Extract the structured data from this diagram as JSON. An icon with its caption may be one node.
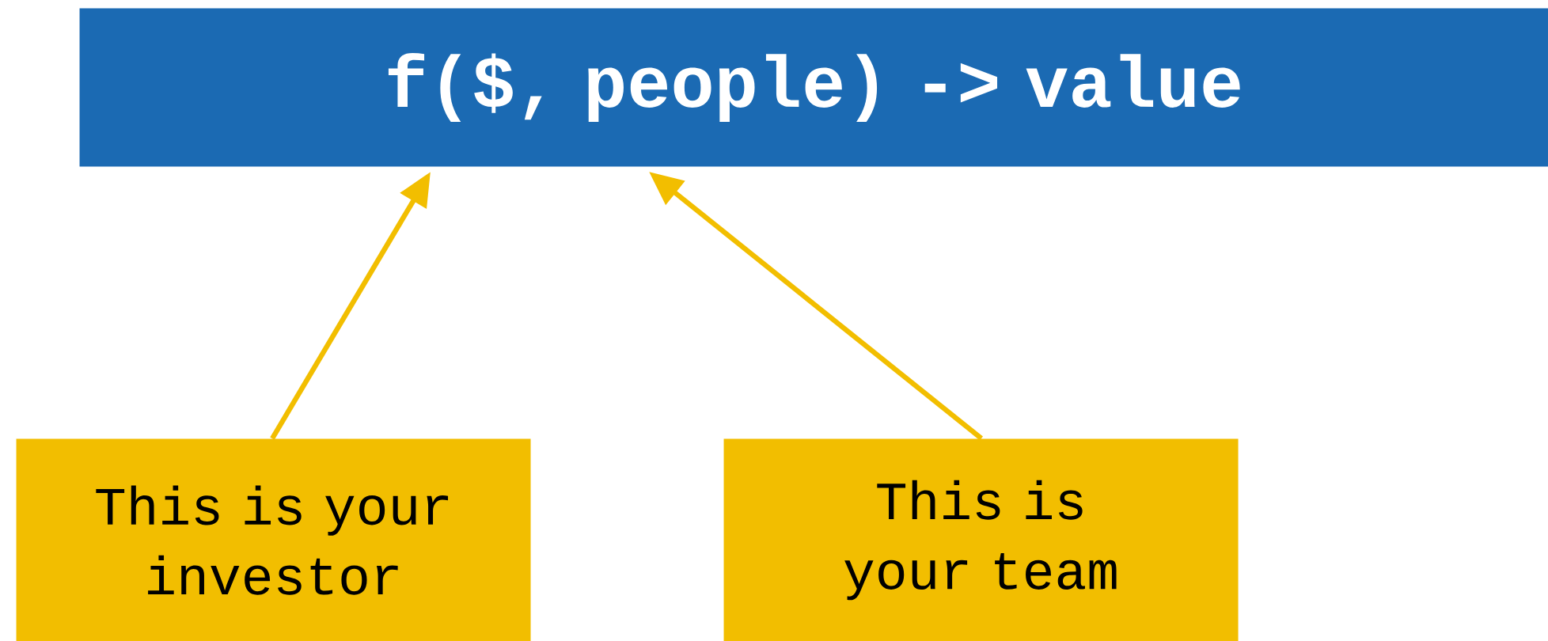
{
  "diagram": {
    "nodes": [
      {
        "text": [
          "f($, people) -> value"
        ]
      },
      {
        "text": [
          "This is your investor"
        ]
      },
      {
        "text": [
          "This is your team"
        ]
      }
    ],
    "edges": [
      {
        "from": 1,
        "to": 0,
        "arrow": "to"
      },
      {
        "from": 2,
        "to": 0,
        "arrow": "to"
      }
    ]
  }
}
